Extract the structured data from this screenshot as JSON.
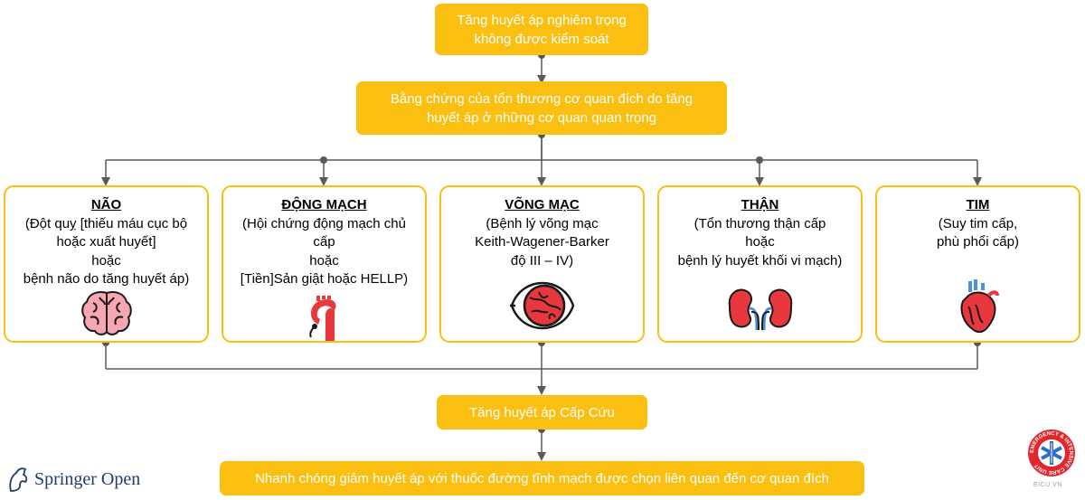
{
  "top_box": {
    "line1": "Tăng huyết áp nghiêm trọng",
    "line2": "không được kiểm soát"
  },
  "evidence_box": {
    "line1": "Bằng chứng của tổn thương cơ quan đích do tăng",
    "line2": "huyết áp ở những cơ quan quan trọng"
  },
  "organs": [
    {
      "title": "NÃO",
      "desc": "(Đột quỵ [thiếu máu cục bộ\nhoặc xuất huyết]\nhoặc\nbệnh não do tăng huyết áp)",
      "icon": "brain-icon"
    },
    {
      "title": "ĐỘNG MẠCH",
      "desc": "(Hội chứng động mạch chủ\ncấp\nhoặc\n[Tiền]Sản giật hoặc HELLP)",
      "icon": "aorta-icon"
    },
    {
      "title": "VÕNG MẠC",
      "desc": "(Bệnh lý võng mạc\nKeith-Wagener-Barker\nđộ III – IV)",
      "icon": "eye-icon"
    },
    {
      "title": "THẬN",
      "desc": "(Tổn thương thận cấp\nhoặc\nbệnh lý huyết khối vi mạch)",
      "icon": "kidney-icon"
    },
    {
      "title": "TIM",
      "desc": "(Suy tim cấp,\nphù phổi cấp)",
      "icon": "heart-icon"
    }
  ],
  "emergency_box": {
    "label": "Tăng huyết áp Cấp Cứu"
  },
  "action_box": {
    "label": "Nhanh chóng giảm huyết áp với thuốc đường tĩnh mạch được chọn liên quan đến cơ quan đích"
  },
  "logo": {
    "springer": "Springer",
    "open": "Open"
  },
  "badge": {
    "ring_text": "EMERGENCY & INTENSIVE CARE UNIT",
    "caption": "EICU.VN"
  },
  "colors": {
    "box_fill": "#FBBF12",
    "connector": "#595959",
    "text_on_box": "#FFFFFF",
    "organ_icon_red": "#E8383D",
    "organ_icon_pink": "#F7A6B3"
  }
}
